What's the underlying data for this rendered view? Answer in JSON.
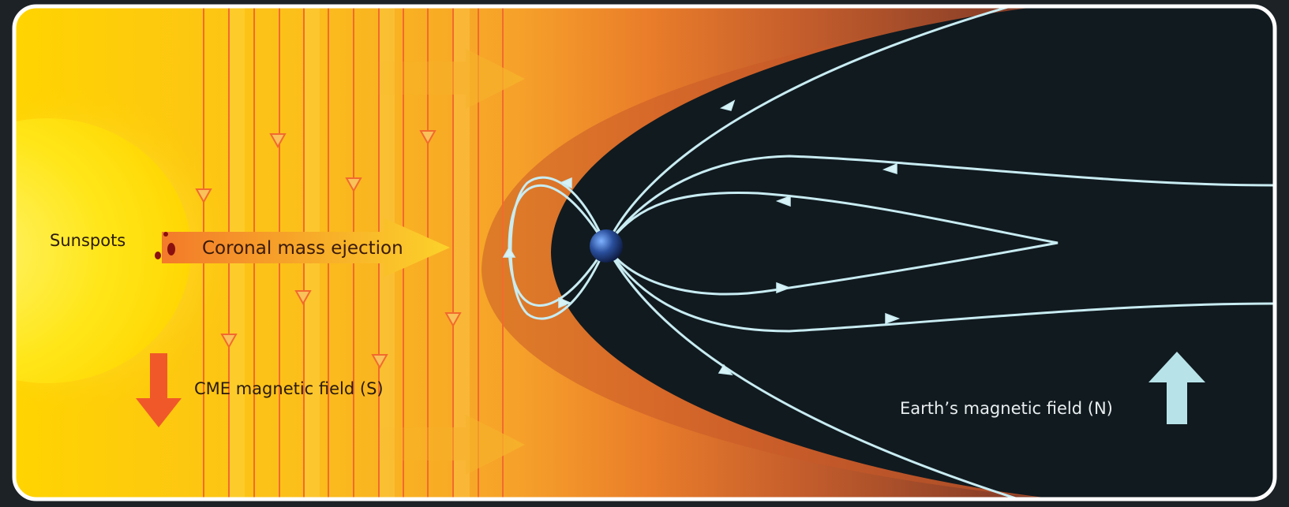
{
  "labels": {
    "sunspots": "Sunspots",
    "cme": "Coronal mass ejection",
    "cme_field": "CME magnetic field (S)",
    "earth_field": "Earth’s magnetic field (N)"
  },
  "colors": {
    "background": "#1c2226",
    "panel_border": "#ffffff",
    "cme_field_line": "#f26a2e",
    "cme_arrow": "#f0582a",
    "earth_field_line": "#c8ecf2",
    "earth_arrow": "#b7e3e8",
    "magnetosphere": "#111a1f",
    "earth": "#2a4f9c",
    "sunspot": "#8a1010"
  }
}
